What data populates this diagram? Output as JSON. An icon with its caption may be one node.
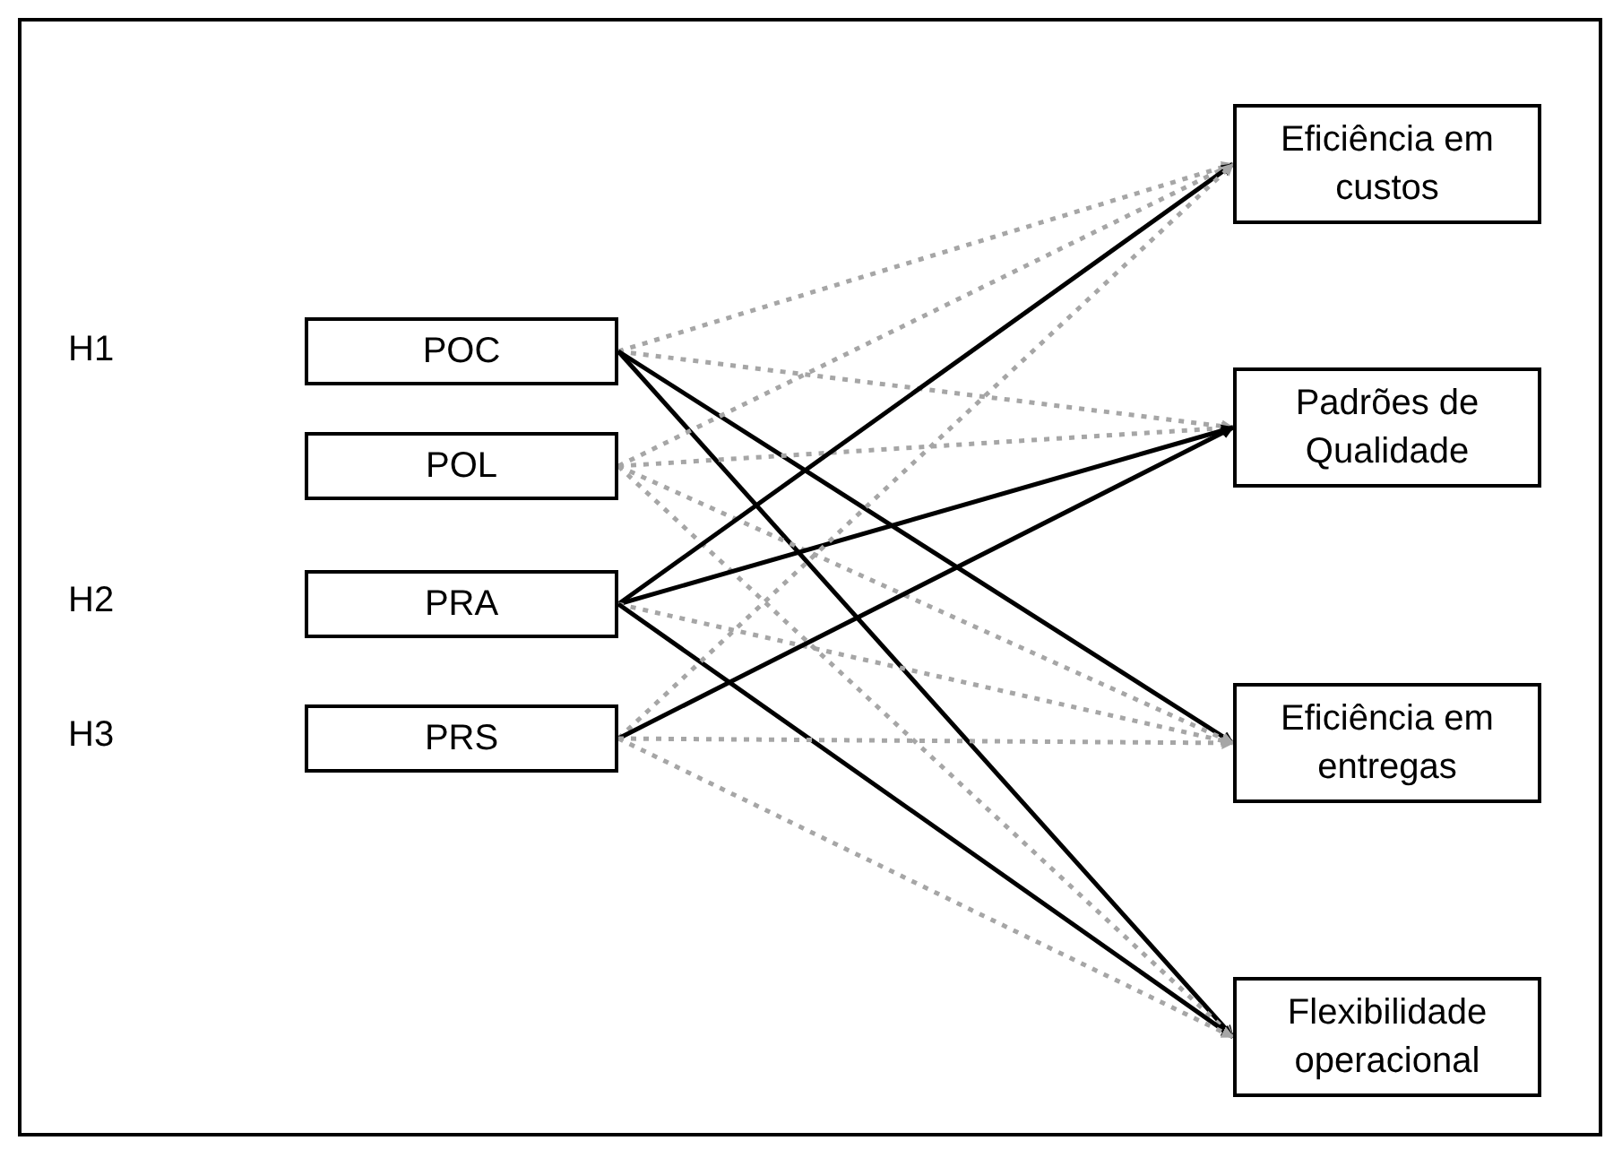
{
  "diagram": {
    "nodes": [
      {
        "text": [
          "POC"
        ]
      },
      {
        "text": [
          "POL"
        ]
      },
      {
        "text": [
          "PRA"
        ]
      },
      {
        "text": [
          "PRS"
        ]
      },
      {
        "text": [
          "Eficiência em custos"
        ]
      },
      {
        "text": [
          "Padrões de Qualidade"
        ]
      },
      {
        "text": [
          "Eficiência em entregas"
        ]
      },
      {
        "text": [
          "Flexibilidade operacional"
        ]
      }
    ],
    "edges": [
      {
        "from": 0,
        "to": 4,
        "arrow": "to",
        "style": "dashed",
        "color": "#a6a6a6"
      },
      {
        "from": 0,
        "to": 5,
        "arrow": "to",
        "style": "dashed",
        "color": "#a6a6a6"
      },
      {
        "from": 0,
        "to": 6,
        "arrow": "to",
        "color": "#000000"
      },
      {
        "from": 0,
        "to": 7,
        "arrow": "to",
        "color": "#000000"
      },
      {
        "from": 1,
        "to": 4,
        "arrow": "to",
        "style": "dashed",
        "color": "#a6a6a6"
      },
      {
        "from": 1,
        "to": 5,
        "arrow": "to",
        "style": "dashed",
        "color": "#a6a6a6"
      },
      {
        "from": 1,
        "to": 6,
        "arrow": "to",
        "style": "dashed",
        "color": "#a6a6a6"
      },
      {
        "from": 1,
        "to": 7,
        "arrow": "to",
        "style": "dashed",
        "color": "#a6a6a6"
      },
      {
        "from": 2,
        "to": 4,
        "arrow": "to",
        "color": "#000000"
      },
      {
        "from": 2,
        "to": 5,
        "arrow": "to",
        "color": "#000000"
      },
      {
        "from": 2,
        "to": 6,
        "arrow": "to",
        "style": "dashed",
        "color": "#a6a6a6"
      },
      {
        "from": 2,
        "to": 7,
        "arrow": "to",
        "color": "#000000"
      },
      {
        "from": 3,
        "to": 4,
        "arrow": "to",
        "style": "dashed",
        "color": "#a6a6a6"
      },
      {
        "from": 3,
        "to": 5,
        "arrow": "to",
        "color": "#000000"
      },
      {
        "from": 3,
        "to": 6,
        "arrow": "to",
        "style": "dashed",
        "color": "#a6a6a6"
      },
      {
        "from": 3,
        "to": 7,
        "arrow": "to",
        "style": "dashed",
        "color": "#a6a6a6"
      }
    ],
    "labels": [
      "H1",
      "H2",
      "H3"
    ]
  }
}
